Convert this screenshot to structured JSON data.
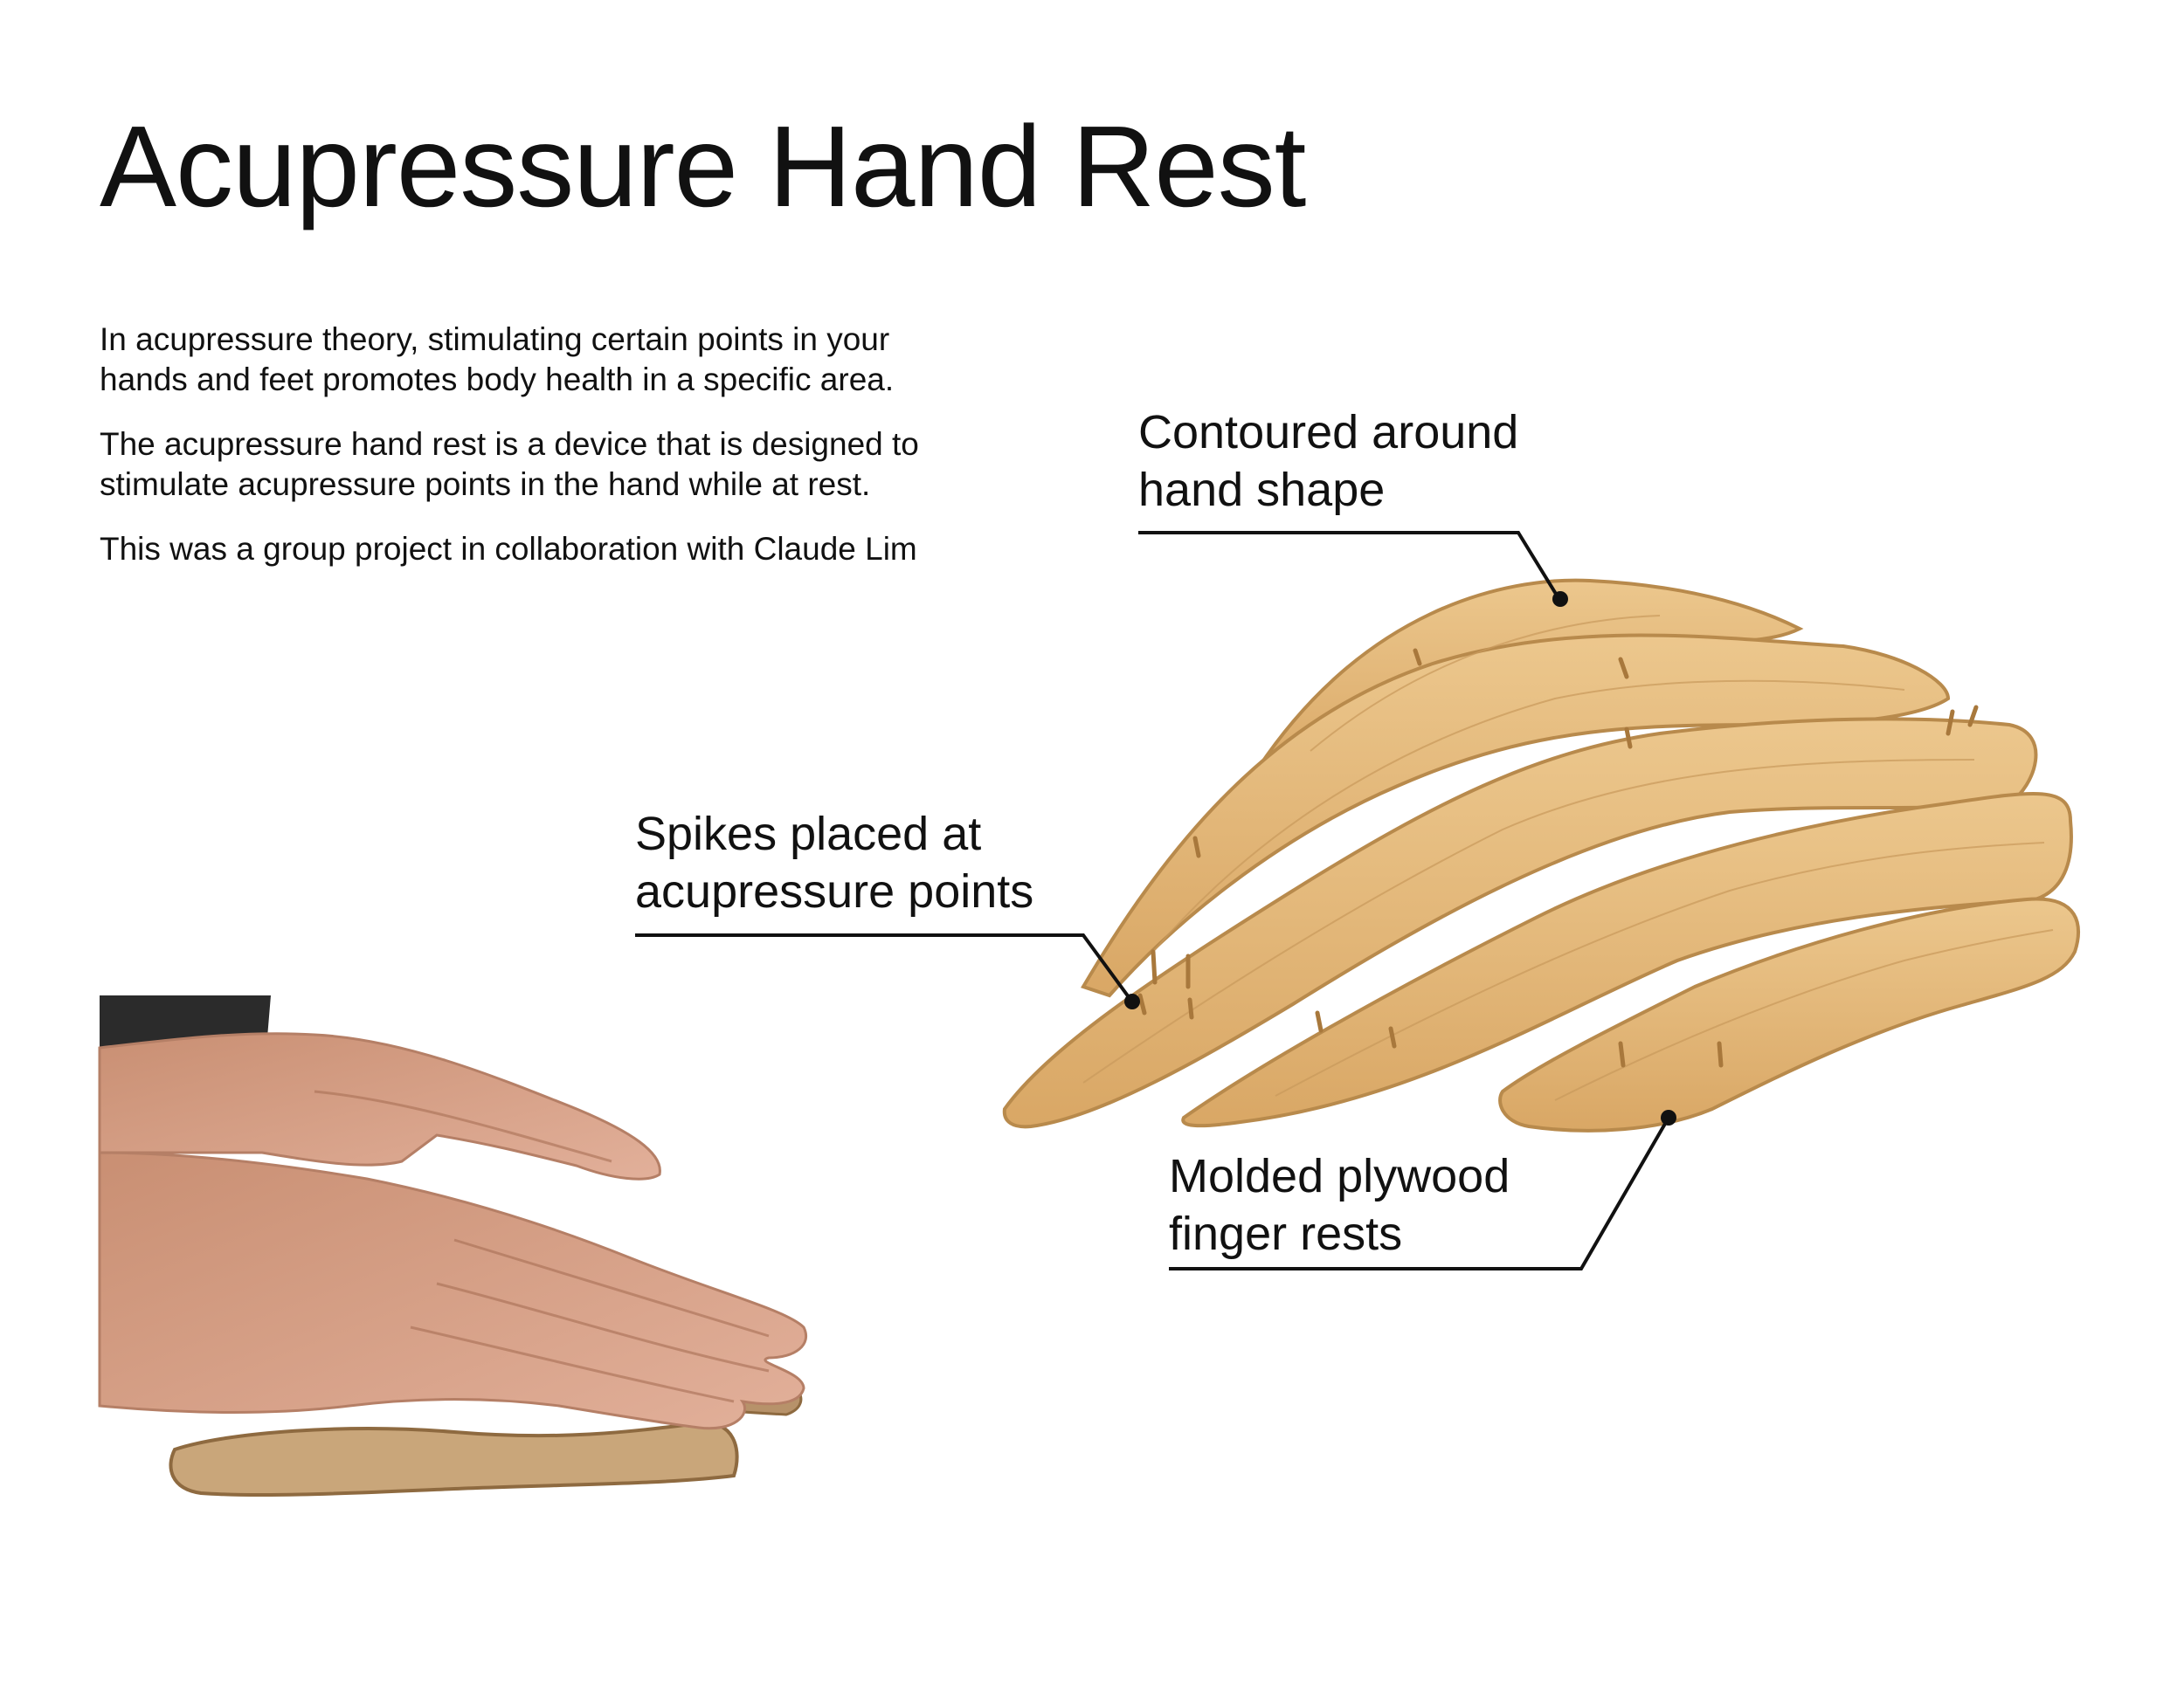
{
  "page": {
    "title": "Acupressure Hand Rest",
    "paragraphs": [
      "In acupressure theory, stimulating certain points in your hands and feet promotes body health in a specific area.",
      "The acupressure hand rest is a device that is designed to stimulate acupressure points in the hand while at rest.",
      "This was a group project in collaboration with Claude Lim"
    ]
  },
  "callouts": {
    "contoured": {
      "line1": "Contoured around",
      "line2": "hand shape"
    },
    "spikes": {
      "line1": "Spikes placed at",
      "line2": "acupressure points"
    },
    "molded": {
      "line1": "Molded plywood",
      "line2": "finger rests"
    }
  },
  "colors": {
    "text": "#111111",
    "wood": "#e3b87a",
    "wood_edge": "#b88a4c",
    "wood_grain": "#c99a5c",
    "skin": "#d9a488",
    "skin_shadow": "#b57f66"
  }
}
